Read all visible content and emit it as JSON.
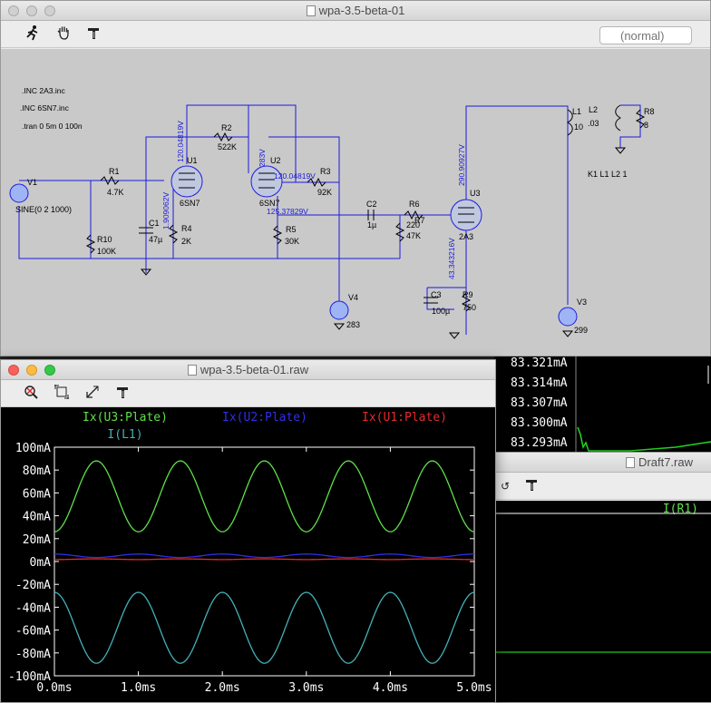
{
  "schematic_window": {
    "title": "wpa-3.5-beta-01",
    "search_placeholder": "(normal)",
    "toolbar_icons": [
      "run-icon",
      "hand-icon",
      "hammer-icon"
    ],
    "directives": [
      ".INC 2A3.inc",
      ".INC 6SN7.inc",
      ".tran 0 5m 0 100n"
    ],
    "components": {
      "V1": "V1",
      "V1_value": "SINE(0 2 1000)",
      "R1": "R1",
      "R1_value": "4.7K",
      "R10": "R10",
      "R10_value": "100K",
      "C1": "C1",
      "C1_value": "47µ",
      "R4": "R4",
      "R4_value": "2K",
      "U1": "U1",
      "U1_model": "6SN7",
      "R2": "R2",
      "R2_value": "522K",
      "U2": "U2",
      "U2_model": "6SN7",
      "R5": "R5",
      "R5_value": "30K",
      "R3": "R3",
      "R3_value": "92K",
      "V4": "V4",
      "V4_value": "283",
      "C2": "C2",
      "C2_value": "1µ",
      "R6": "R6",
      "R6_value": "220",
      "R7": "R7",
      "R7_value": "47K",
      "U3": "U3",
      "U3_model": "2A3",
      "C3": "C3",
      "C3_value": "100µ",
      "R9": "R9",
      "R9_value": "750",
      "L1": "L1",
      "L1_value": "10",
      "L2": "L2",
      "L2_value": ".03",
      "R8": "R8",
      "R8_value": "8",
      "K1": "K1 L1 L2 1",
      "V3": "V3",
      "V3_value": "299"
    },
    "node_voltages": {
      "u1_plate": "120.04819V",
      "u1_cathode": "1.909062V",
      "u2_grid": "283V",
      "u2_plate": "120.04819V",
      "u2_cathode": "125.37829V",
      "u3_plate": "290.90927V",
      "u3_cathode": "43.343216V"
    }
  },
  "plot_window": {
    "title": "wpa-3.5-beta-01.raw",
    "toolbar_icons": [
      "zoom-cancel-icon",
      "zoom-fit-icon",
      "autorange-icon",
      "hammer-icon"
    ]
  },
  "side_readout": {
    "values": [
      "83.321mA",
      "83.314mA",
      "83.307mA",
      "83.300mA",
      "83.293mA"
    ]
  },
  "draft_window": {
    "title": "Draft7.raw",
    "trace_label": "I(R1)",
    "trace_color": "#23d723"
  },
  "chart_data": {
    "type": "line",
    "xlabel": "",
    "ylabel": "",
    "xlim": [
      0,
      5
    ],
    "ylim": [
      -100,
      100
    ],
    "x_unit": "ms",
    "y_unit": "mA",
    "x_ticks": [
      "0.0ms",
      "1.0ms",
      "2.0ms",
      "3.0ms",
      "4.0ms",
      "5.0ms"
    ],
    "y_ticks": [
      "100mA",
      "80mA",
      "60mA",
      "40mA",
      "20mA",
      "0mA",
      "-20mA",
      "-40mA",
      "-60mA",
      "-80mA",
      "-100mA"
    ],
    "grid": false,
    "legend_position": "top",
    "frequency_khz": 1,
    "series": [
      {
        "name": "Ix(U3:Plate)",
        "color": "#5fe04a",
        "offset_ma": 57,
        "amplitude_ma": 31,
        "phase_deg": 180
      },
      {
        "name": "Ix(U2:Plate)",
        "color": "#2f2fe8",
        "offset_ma": 5,
        "amplitude_ma": 1.5,
        "phase_deg": 0
      },
      {
        "name": "Ix(U1:Plate)",
        "color": "#e52a2a",
        "offset_ma": 2,
        "amplitude_ma": 0.3,
        "phase_deg": 180
      },
      {
        "name": "I(L1)",
        "color": "#43b1b8",
        "offset_ma": -58,
        "amplitude_ma": 31,
        "phase_deg": 0
      }
    ]
  }
}
